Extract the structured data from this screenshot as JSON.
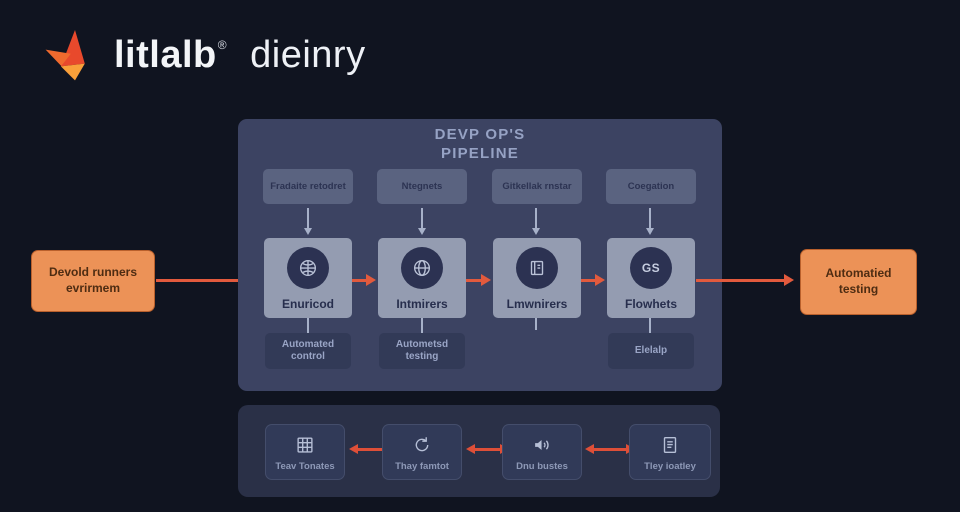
{
  "colors": {
    "background": "#101420",
    "panel": "#3c4362",
    "panel_tag": "#5a6380",
    "node_box": "#949cb1",
    "node_circle": "#2c3252",
    "bottom_tag": "#323a57",
    "strip": "#2a3047",
    "strip_tile": "#313a58",
    "orange_box": "#ec9257",
    "arrow_orange": "#e25a3d",
    "arrow_light": "#a7b1c9",
    "logo_orange": "#f06a2e"
  },
  "logo": {
    "brand": "litlalb",
    "reg": "®",
    "suffix": "dieinry"
  },
  "pipeline": {
    "title_line1": "DEVP OP'S",
    "title_line2": "PIPELINE",
    "columns": [
      {
        "top": "Fradaite retodret",
        "icon": "globe-grid",
        "label": "Enuricod",
        "bottom": "Automated control"
      },
      {
        "top": "Ntegnets",
        "icon": "globe",
        "label": "Intmirers",
        "bottom": "Autometsd testing"
      },
      {
        "top": "Gitkellak rnstar",
        "icon": "book",
        "label": "Lmwnirers",
        "bottom": ""
      },
      {
        "top": "Coegation",
        "icon": "gs-badge",
        "icon_text": "GS",
        "label": "Flowhets",
        "bottom": "Elelalp"
      }
    ]
  },
  "left_box": {
    "label": "Devold runners evrirmem"
  },
  "right_box": {
    "label": "Automatied testing"
  },
  "bottom_row": [
    {
      "icon": "server-grid",
      "label": "Teav Tonates"
    },
    {
      "icon": "refresh",
      "label": "Thay famtot"
    },
    {
      "icon": "speaker",
      "label": "Dnu bustes"
    },
    {
      "icon": "document",
      "label": "Tley ioatley"
    }
  ]
}
